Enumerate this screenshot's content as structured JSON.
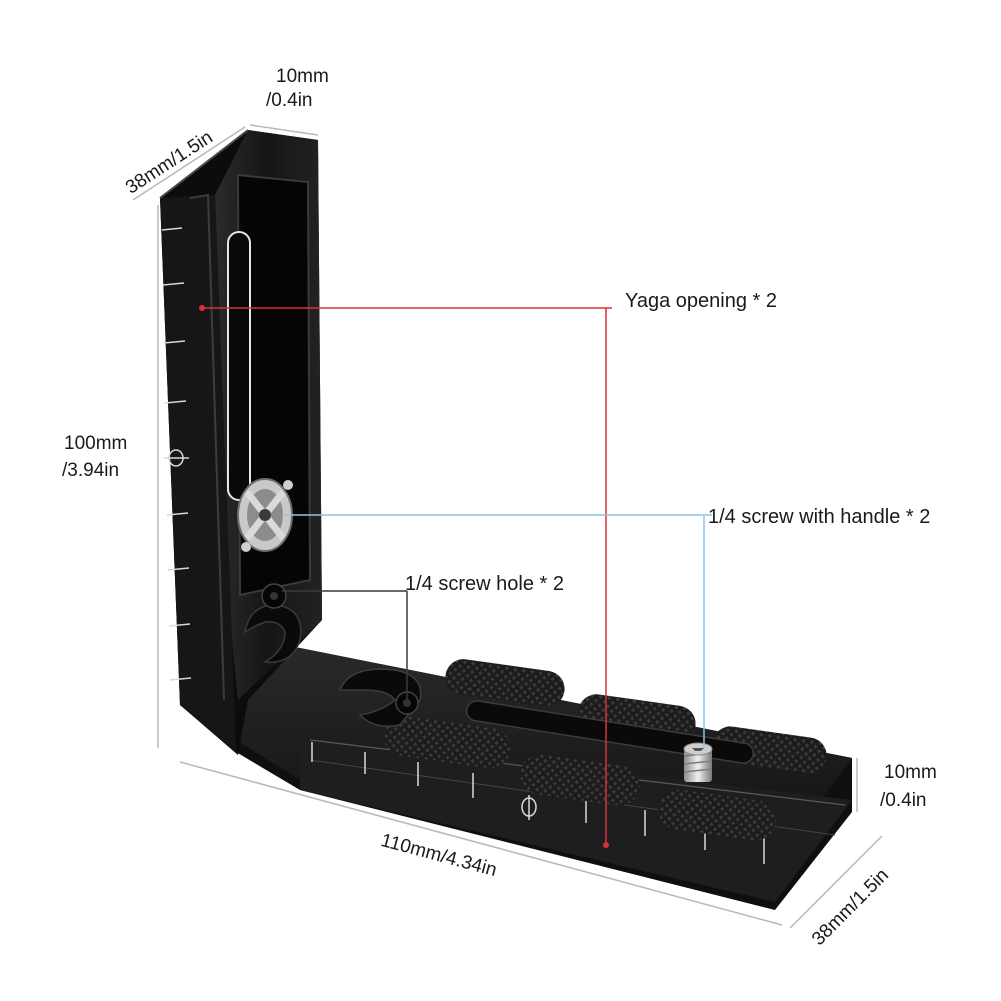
{
  "labels": {
    "yaga_opening": "Yaga opening * 2",
    "screw_handle": "1/4 screw with handle * 2",
    "screw_hole": "1/4 screw hole * 2"
  },
  "dimensions": {
    "top_thickness_a": "10mm",
    "top_thickness_b": "/0.4in",
    "top_width": "38mm/1.5in",
    "height_a": "100mm",
    "height_b": "/3.94in",
    "length": "110mm/4.34in",
    "right_thickness_a": "10mm",
    "right_thickness_b": "/0.4in",
    "bottom_width": "38mm/1.5in"
  },
  "colors": {
    "bracket": "#1b1b1c",
    "bracket_edge": "#4a4a4c",
    "red_leader": "#d9303a",
    "blue_leader": "#8fc3e6",
    "dimension_line": "#b8b8b8"
  }
}
